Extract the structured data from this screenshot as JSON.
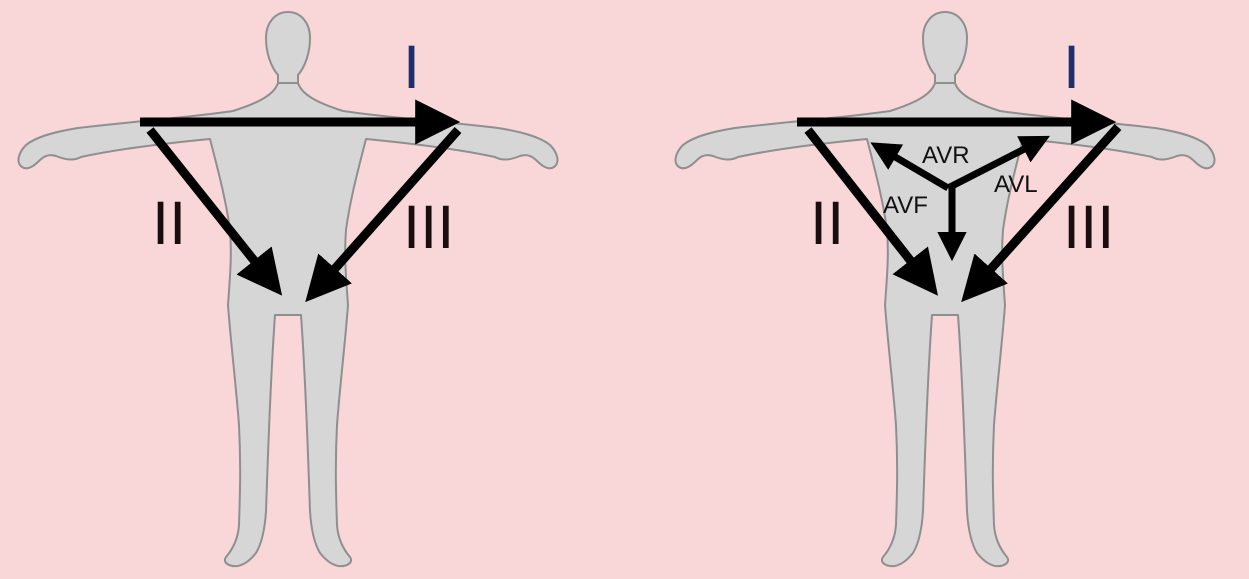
{
  "left_figure": {
    "label_lead_1": "I",
    "label_lead_2": "II",
    "label_lead_3": "III"
  },
  "right_figure": {
    "label_lead_1": "I",
    "label_lead_2": "II",
    "label_lead_3": "III",
    "label_avr": "AVR",
    "label_avl": "AVL",
    "label_avf": "AVF"
  },
  "colors": {
    "background": "#f9d6d8",
    "silhouette_fill": "#d6d6d6",
    "silhouette_stroke": "#8f8f8f",
    "arrow": "#000000",
    "lead_1_label": "#1f2f6b"
  }
}
